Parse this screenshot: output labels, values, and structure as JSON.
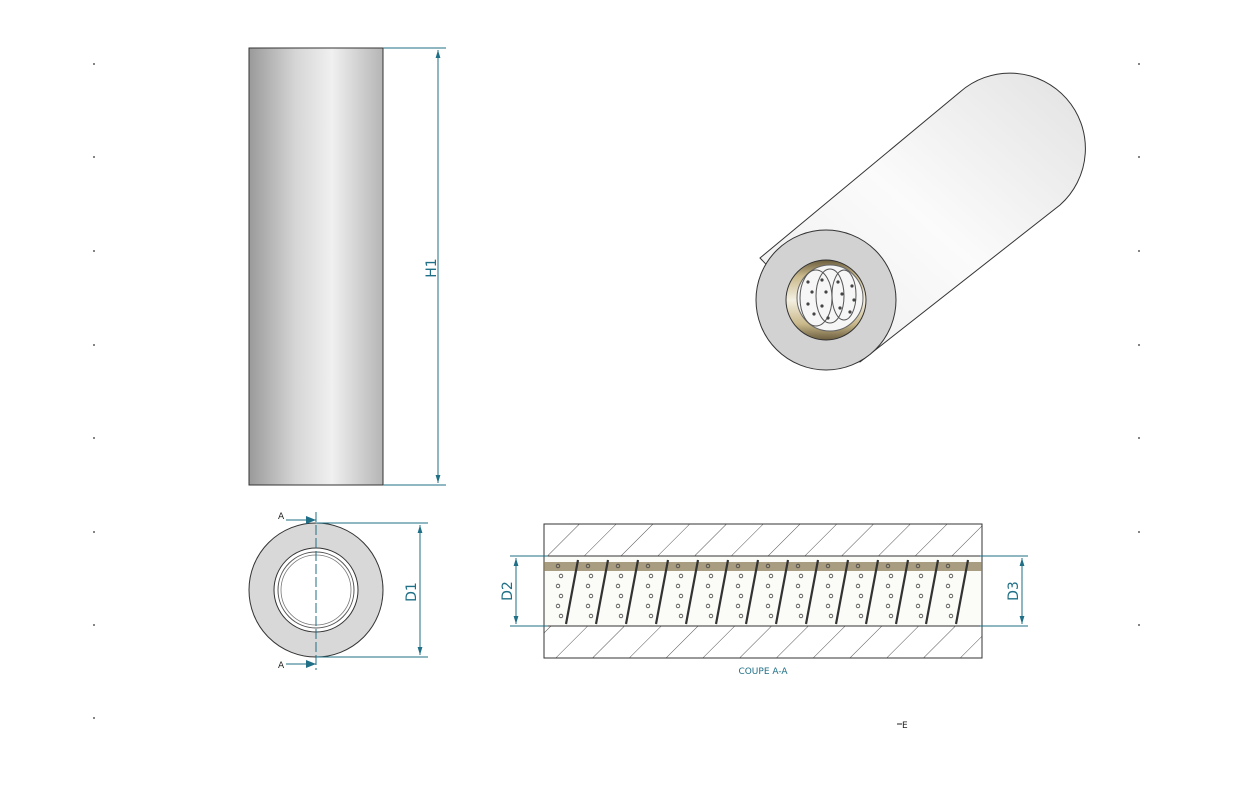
{
  "dimensions": {
    "height": "H1",
    "outer_diameter": "D1",
    "inner_diameter_left": "D2",
    "inner_diameter_right": "D3"
  },
  "section": {
    "marker_top": "A",
    "marker_bottom": "A",
    "label": "COUPE A-A"
  },
  "misc": {
    "corner_mark": "E"
  },
  "colors": {
    "dimension_line": "#1f6f86",
    "hatch": "#555555",
    "body_fill": "#d8d8d8"
  },
  "icons": {
    "section_arrow": "arrow-right-icon",
    "dimension_arrow": "arrowhead-icon"
  }
}
